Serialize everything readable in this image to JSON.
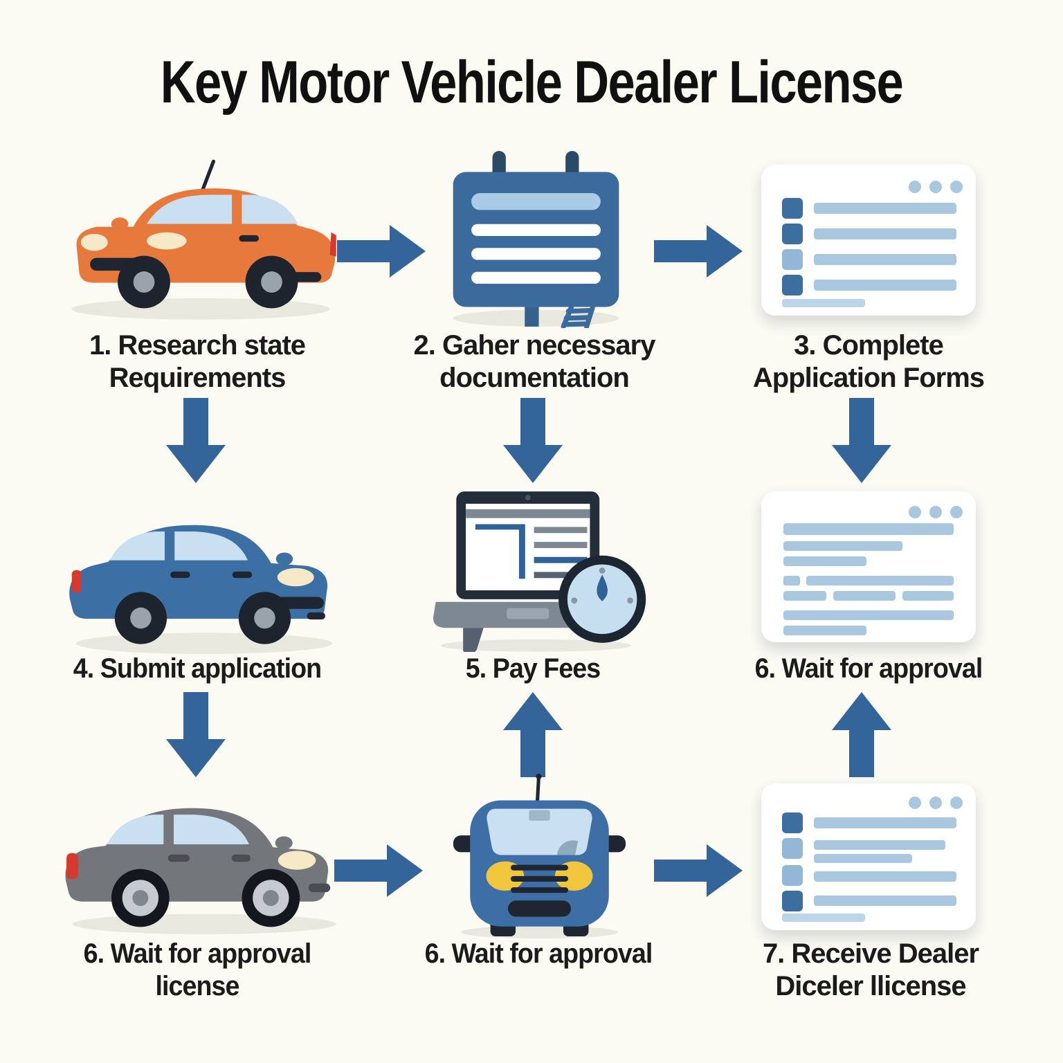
{
  "title": "Key Motor Vehicle Dealer License",
  "steps": [
    {
      "label": "1. Research state\nRequirements",
      "icon": "orange-car-side-icon"
    },
    {
      "label": "2. Gaher necessary\ndocumentation",
      "icon": "notice-board-icon"
    },
    {
      "label": "3. Complete\nApplication Forms",
      "icon": "checklist-card-icon"
    },
    {
      "label": "4. Submit application",
      "icon": "blue-car-side-icon"
    },
    {
      "label": "5. Pay Fees",
      "icon": "laptop-gauge-icon"
    },
    {
      "label": "6. Wait for approval",
      "icon": "document-card-icon"
    },
    {
      "label": "6. Wait for approval\nlicense",
      "icon": "gray-car-side-icon"
    },
    {
      "label": "6. Wait for approval",
      "icon": "blue-car-front-icon"
    },
    {
      "label": "7. Receive Dealer\nDiceler llicense",
      "icon": "checklist-card-icon"
    }
  ],
  "colors": {
    "background": "#FBFAF3",
    "arrow_blue": "#33659A",
    "title_text": "#101010",
    "caption_text": "#1B1B1B",
    "orange_car": "#E8793D",
    "blue_car": "#3C6FA3",
    "gray_car": "#73767B",
    "board_blue": "#3A6B9C",
    "light_blue_bar": "#A9C8E0",
    "checkbox_dark": "#3C6F9F",
    "checkbox_light": "#93B7D6",
    "window_blue": "#C9E0F0",
    "headlight_yellow": "#F2C63C",
    "headlight_cream": "#F6E9C8",
    "taillight_red": "#D63A2F",
    "card_white": "#FFFFFF",
    "laptop_dark": "#232E3A",
    "laptop_gray": "#7D8893"
  }
}
